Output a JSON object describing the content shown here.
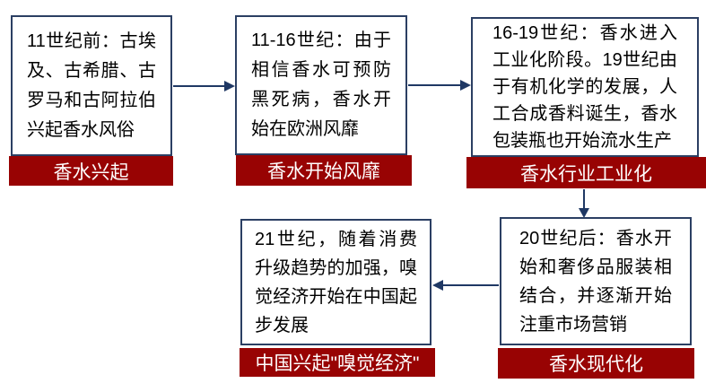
{
  "diagram": {
    "title": "",
    "type": "flowchart",
    "topic": "香水发展历程",
    "colors": {
      "label_bar_red": "#980303",
      "box_border_navy": "#2b3f63",
      "arrow_navy": "#1F3864",
      "box_text": "#000000",
      "label_text": "#ffffff",
      "background": "#ffffff"
    },
    "nodes": [
      {
        "id": "node-1",
        "body": "11世纪前：古埃及、古希腊、古罗马和古阿拉伯兴起香水风俗",
        "label": "香水兴起"
      },
      {
        "id": "node-2",
        "body": "11-16世纪：由于相信香水可预防黑死病，香水开始在欧洲风靡",
        "label": "香水开始风靡"
      },
      {
        "id": "node-3",
        "body": "16-19世纪：香水进入工业化阶段。19世纪由于有机化学的发展，人工合成香料诞生，香水包装瓶也开始流水生产",
        "label": "香水行业工业化"
      },
      {
        "id": "node-4",
        "body": "20世纪后：香水开始和奢侈品服装相结合，并逐渐开始注重市场营销",
        "label": "香水现代化"
      },
      {
        "id": "node-5",
        "body": "21世纪，随着消费升级趋势的加强，嗅觉经济开始在中国起步发展",
        "label": "中国兴起\"嗅觉经济\""
      }
    ],
    "edges": [
      {
        "from": "node-1",
        "to": "node-2",
        "direction": "right"
      },
      {
        "from": "node-2",
        "to": "node-3",
        "direction": "right"
      },
      {
        "from": "node-3",
        "to": "node-4",
        "direction": "down"
      },
      {
        "from": "node-4",
        "to": "node-5",
        "direction": "left"
      }
    ]
  }
}
